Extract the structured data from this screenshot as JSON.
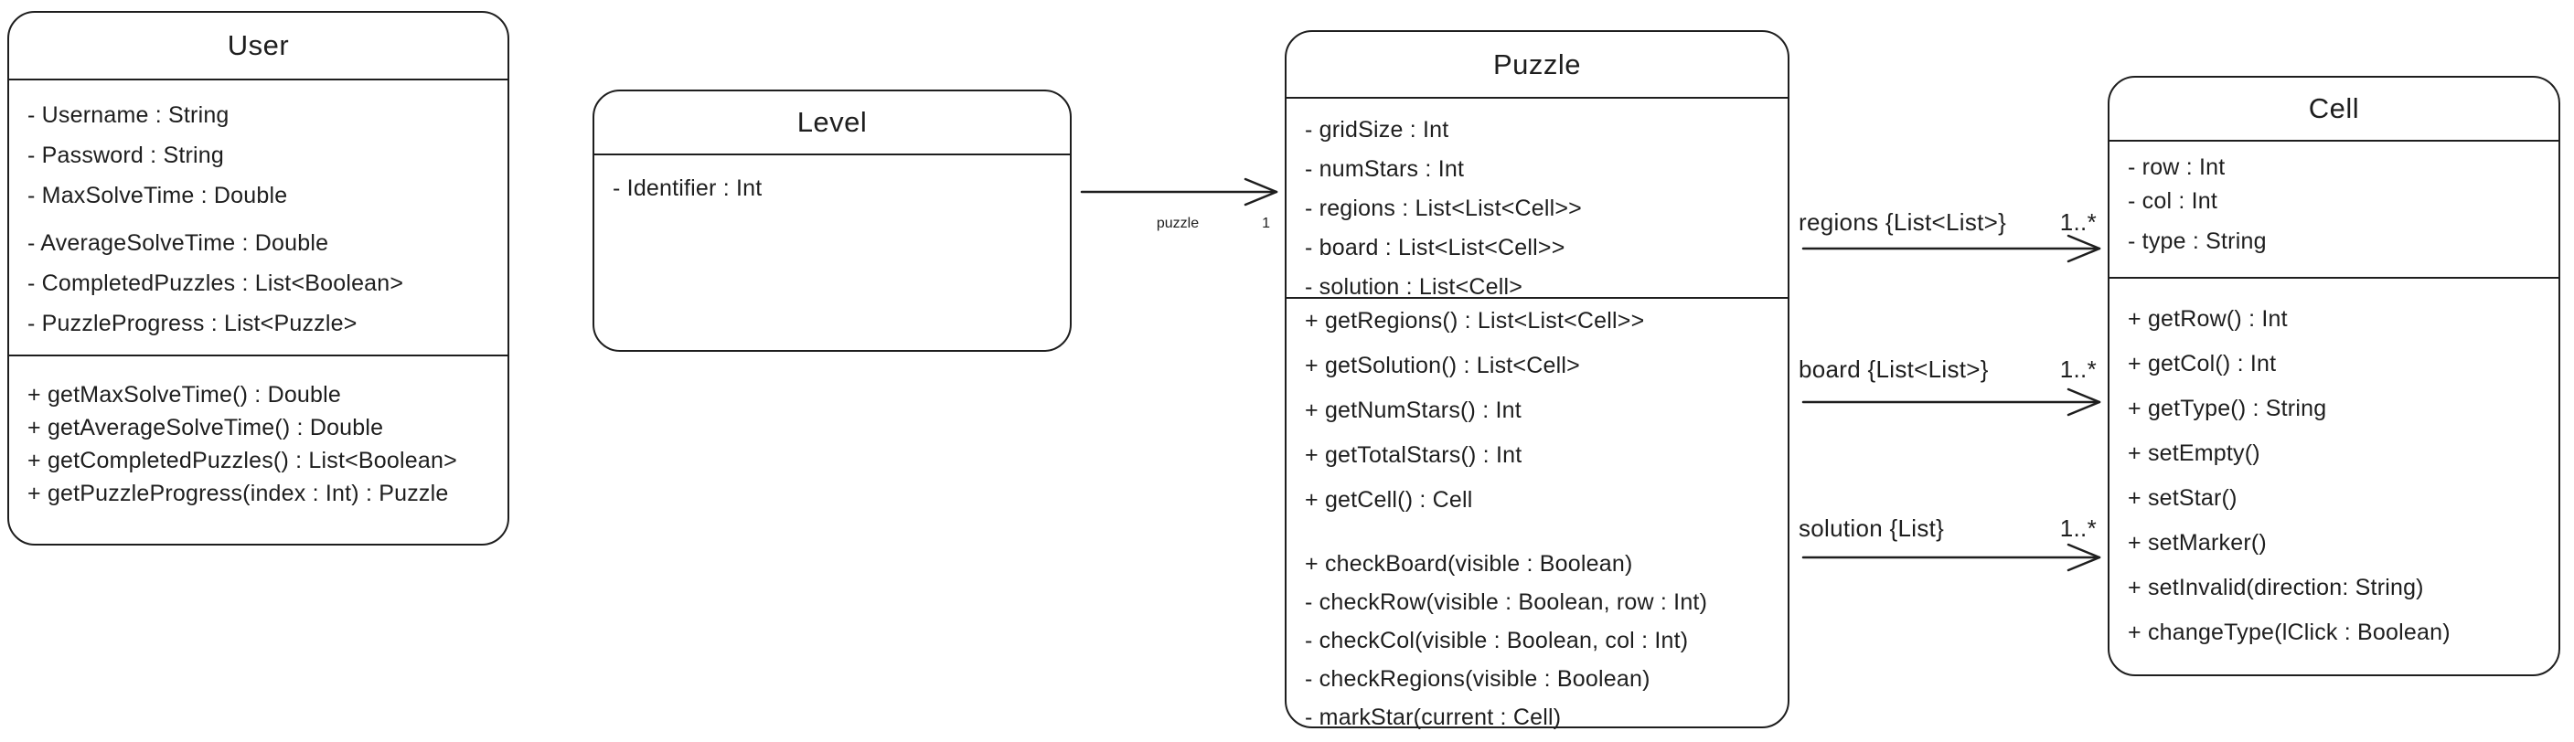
{
  "colors": {
    "stroke": "#1e1e1e",
    "background": "#ffffff"
  },
  "classes": [
    {
      "name": "User",
      "attributes": [
        "- Username : String",
        "- Password : String",
        "- MaxSolveTime : Double",
        "- AverageSolveTime : Double",
        "- CompletedPuzzles : List<Boolean>",
        "- PuzzleProgress : List<Puzzle>"
      ],
      "methods": [
        "+ getMaxSolveTime() : Double",
        "+ getAverageSolveTime() : Double",
        "+ getCompletedPuzzles() : List<Boolean>",
        "+ getPuzzleProgress(index : Int) : Puzzle"
      ]
    },
    {
      "name": "Level",
      "attributes": [
        "- Identifier : Int"
      ],
      "methods": []
    },
    {
      "name": "Puzzle",
      "attributes": [
        "- gridSize : Int",
        "- numStars : Int",
        "- regions : List<List<Cell>>",
        "- board : List<List<Cell>>",
        "- solution : List<Cell>"
      ],
      "methods": [
        "+ getRegions() : List<List<Cell>>",
        "+ getSolution() : List<Cell>",
        "+ getNumStars() : Int",
        "+ getTotalStars() : Int",
        "+ getCell() : Cell",
        "+ checkBoard(visible : Boolean)",
        "- checkRow(visible : Boolean, row : Int)",
        "- checkCol(visible : Boolean, col : Int)",
        "- checkRegions(visible : Boolean)",
        "- markStar(current : Cell)"
      ]
    },
    {
      "name": "Cell",
      "attributes": [
        "- row : Int",
        "- col : Int",
        "- type : String"
      ],
      "methods": [
        "+ getRow() : Int",
        "+ getCol() : Int",
        "+ getType() : String",
        "+ setEmpty()",
        "+ setStar()",
        "+ setMarker()",
        "+ setInvalid(direction: String)",
        "+ changeType(lClick : Boolean)"
      ]
    }
  ],
  "associations": [
    {
      "from": "Level",
      "to": "Puzzle",
      "label": "puzzle",
      "multiplicity": "1"
    },
    {
      "from": "Puzzle",
      "to": "Cell",
      "label": "regions {List<List>}",
      "multiplicity": "1..*"
    },
    {
      "from": "Puzzle",
      "to": "Cell",
      "label": "board {List<List>}",
      "multiplicity": "1..*"
    },
    {
      "from": "Puzzle",
      "to": "Cell",
      "label": "solution {List}",
      "multiplicity": "1..*"
    }
  ]
}
